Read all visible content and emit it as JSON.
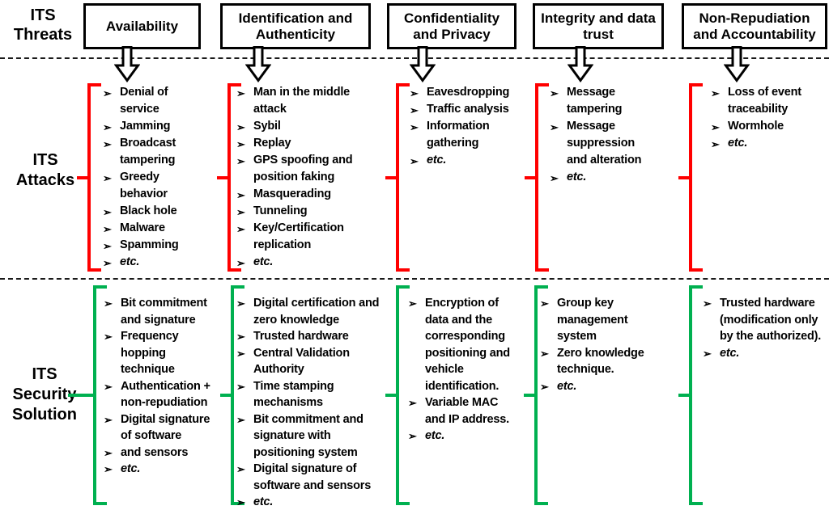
{
  "diagram": {
    "row_labels": {
      "threats": "ITS\nThreats",
      "attacks": "ITS\nAttacks",
      "solution": "ITS\nSecurity\nSolution"
    },
    "icons": {
      "bullet": "➢",
      "flow_arrow": "down-block-arrow"
    },
    "colors": {
      "attack_bracket": "#ff0000",
      "solution_bracket": "#00b050",
      "box_border": "#000000",
      "text": "#000000"
    },
    "columns": [
      {
        "header": "Availability",
        "attacks": [
          "Denial of\nservice",
          "Jamming",
          "Broadcast\ntampering",
          "Greedy\nbehavior",
          "Black hole",
          "Malware",
          "Spamming",
          "etc."
        ],
        "solutions": [
          "Bit commitment\nand signature",
          "Frequency\nhopping\ntechnique",
          "Authentication +\nnon-repudiation",
          "Digital signature\nof software",
          "and sensors",
          "etc."
        ]
      },
      {
        "header": "Identification and\nAuthenticity",
        "attacks": [
          "Man in the middle\nattack",
          "Sybil",
          "Replay",
          "GPS spoofing and\nposition faking",
          "Masquerading",
          "Tunneling",
          "Key/Certification\nreplication",
          "etc."
        ],
        "solutions": [
          "Digital certification and\nzero knowledge",
          "Trusted hardware",
          "Central Validation\nAuthority",
          "Time stamping\nmechanisms",
          "Bit commitment and\nsignature with\npositioning system",
          "Digital signature of\nsoftware and sensors",
          "etc."
        ]
      },
      {
        "header": "Confidentiality\nand Privacy",
        "attacks": [
          "Eavesdropping",
          "Traffic analysis",
          "Information\ngathering",
          "etc."
        ],
        "solutions": [
          "Encryption of\ndata and the\ncorresponding\npositioning and\nvehicle\nidentification.",
          "Variable MAC\nand IP address.",
          "etc."
        ]
      },
      {
        "header": "Integrity and data\ntrust",
        "attacks": [
          "Message\ntampering",
          "Message\nsuppression\nand alteration",
          "etc."
        ],
        "solutions": [
          "Group key\nmanagement\nsystem",
          "Zero knowledge\ntechnique.",
          "etc."
        ]
      },
      {
        "header": "Non-Repudiation\nand Accountability",
        "attacks": [
          "Loss of event\ntraceability",
          "Wormhole",
          "etc."
        ],
        "solutions": [
          "Trusted hardware\n(modification only\nby the authorized).",
          "etc."
        ]
      }
    ]
  }
}
